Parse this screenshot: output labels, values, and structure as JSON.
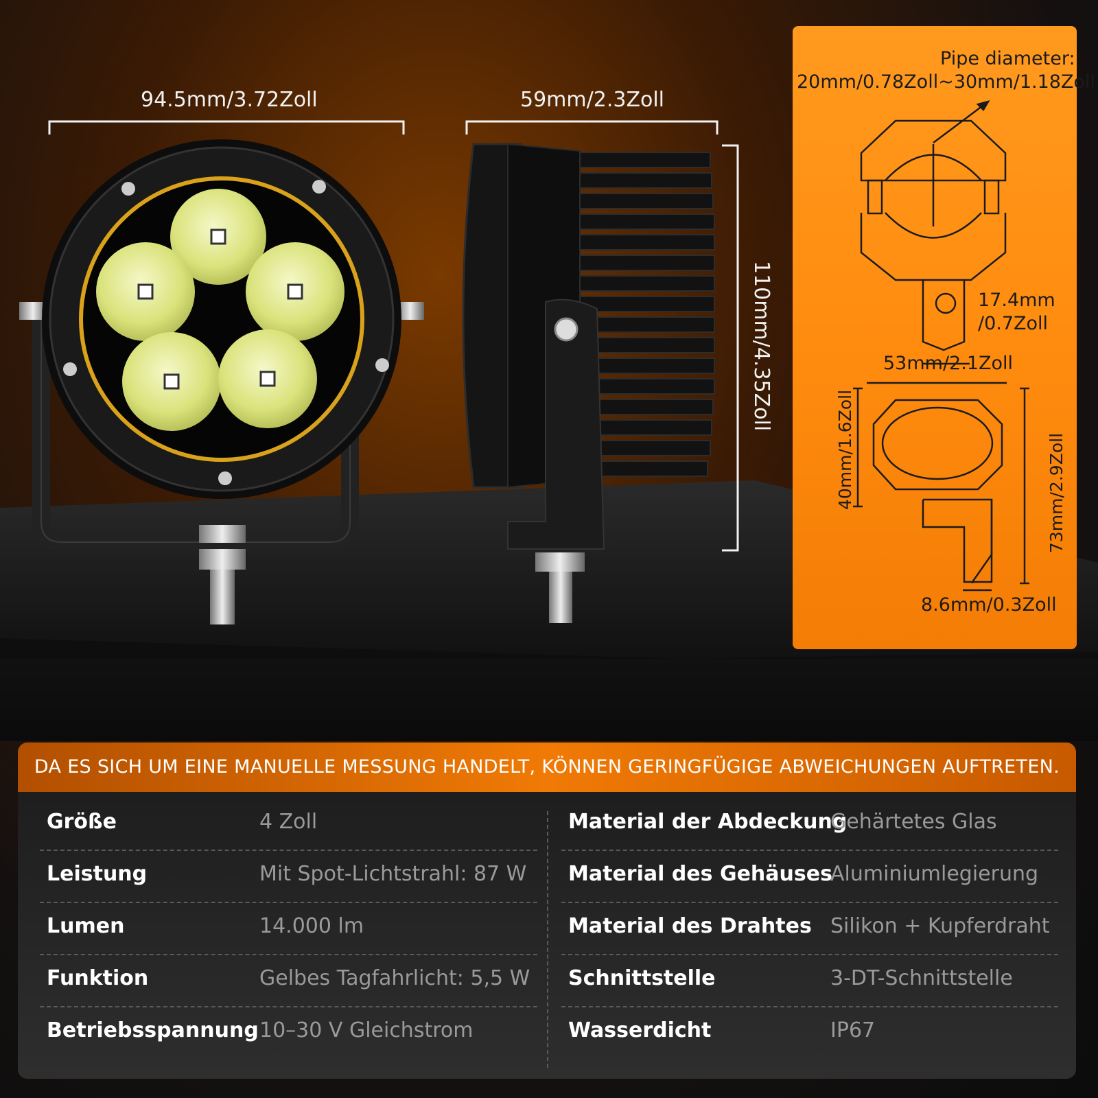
{
  "dimensions": {
    "front_width": "94.5mm/3.72Zoll",
    "side_depth": "59mm/2.3Zoll",
    "height": "110mm/4.35Zoll"
  },
  "bracket": {
    "pipe_label": "Pipe diameter:",
    "pipe_range": "20mm/0.78Zoll~30mm/1.18Zoll",
    "hole_width_line1": "17.4mm",
    "hole_width_line2": "/0.7Zoll",
    "clamp_width": "53mm/2.1Zoll",
    "clamp_height": "40mm/1.6Zoll",
    "total_height": "73mm/2.9Zoll",
    "tab_thickness": "8.6mm/0.3Zoll"
  },
  "disclaimer": "DA ES SICH UM EINE MANUELLE MESSUNG HANDELT, KÖNNEN GERINGFÜGIGE ABWEICHUNGEN AUFTRETEN.",
  "specs_left": [
    {
      "label": "Größe",
      "value": "4 Zoll"
    },
    {
      "label": "Leistung",
      "value": "Mit Spot-Lichtstrahl: 87 W"
    },
    {
      "label": "Lumen",
      "value": "14.000 lm"
    },
    {
      "label": "Funktion",
      "value": "Gelbes Tagfahrlicht: 5,5 W"
    },
    {
      "label": "Betriebsspannung",
      "value": "10–30 V Gleichstrom"
    }
  ],
  "specs_right": [
    {
      "label": "Material der Abdeckung",
      "value": "Gehärtetes Glas"
    },
    {
      "label": "Material des Gehäuses",
      "value": "Aluminiumlegierung"
    },
    {
      "label": "Material des Drahtes",
      "value": "Silikon + Kupferdraht"
    },
    {
      "label": "Schnittstelle",
      "value": "3-DT-Schnittstelle"
    },
    {
      "label": "Wasserdicht",
      "value": "IP67"
    }
  ],
  "colors": {
    "accent": "#ff8c0f",
    "lens": "#e8f0a0",
    "housing": "#111111",
    "ring": "#d9a21a"
  }
}
